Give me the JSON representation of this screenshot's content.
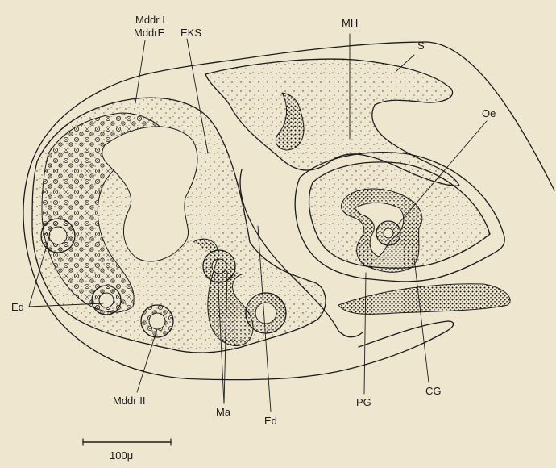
{
  "figure": {
    "labels": {
      "mddr_i": "Mddr I",
      "mddr_e": "MddrE",
      "eks": "EKS",
      "mh": "MH",
      "s": "S",
      "oe": "Oe",
      "ed_left": "Ed",
      "mddr_ii": "Mddr II",
      "ma": "Ma",
      "ed_bottom": "Ed",
      "pg": "PG",
      "cg": "CG"
    },
    "scale_bar": {
      "label": "100μ"
    },
    "colors": {
      "background": "#efe6cf",
      "ink": "#1b1b1b",
      "tissue": "#e6dcc3"
    }
  }
}
